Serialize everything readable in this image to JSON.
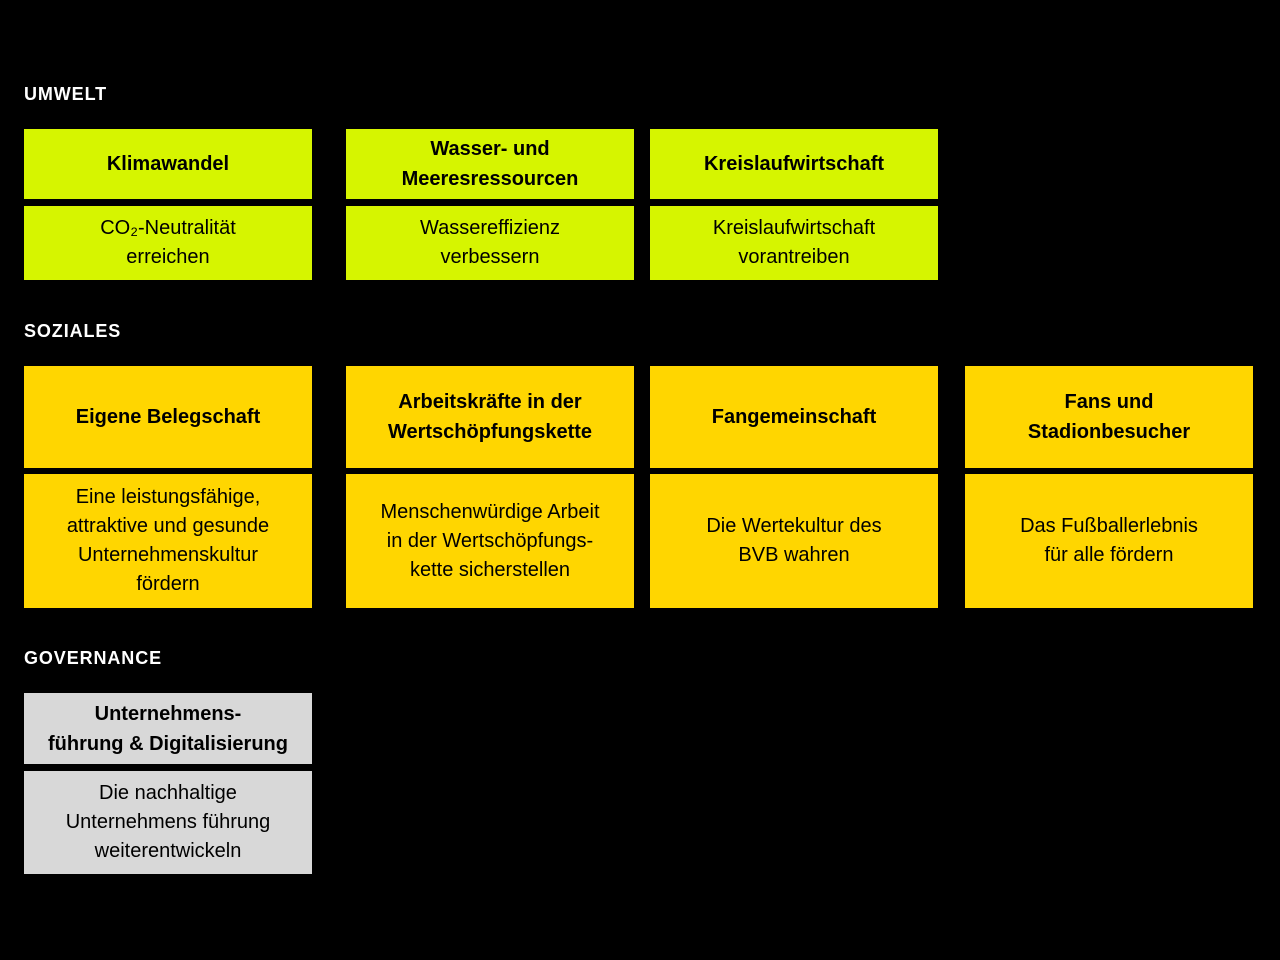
{
  "page": {
    "background_color": "#000000",
    "label_color": "#ffffff",
    "card_text_color": "#000000"
  },
  "sections": [
    {
      "id": "umwelt",
      "label": "UMWELT",
      "color": "#d6f500",
      "cards": [
        {
          "title": "Klimawandel",
          "description": "CO₂-Neutralität\nerreichen"
        },
        {
          "title": "Wasser- und\nMeeresressourcen",
          "description": "Wassereffizienz\nverbessern"
        },
        {
          "title": "Kreislaufwirtschaft",
          "description": "Kreislaufwirtschaft\nvorantreiben"
        }
      ]
    },
    {
      "id": "soziales",
      "label": "SOZIALES",
      "color": "#ffd600",
      "cards": [
        {
          "title": "Eigene Belegschaft",
          "description": "Eine leistungsfähige,\nattraktive und gesunde\nUnternehmenskultur\nfördern"
        },
        {
          "title": "Arbeitskräfte in der\nWertschöpfungskette",
          "description": "Menschenwürdige Arbeit\nin der Wertschöpfungs-\nkette sicherstellen"
        },
        {
          "title": "Fangemeinschaft",
          "description": "Die Wertekultur des\nBVB wahren"
        },
        {
          "title": "Fans und\nStadionbesucher",
          "description": "Das Fußballerlebnis\nfür alle fördern"
        }
      ]
    },
    {
      "id": "governance",
      "label": "GOVERNANCE",
      "color": "#d8d8d8",
      "cards": [
        {
          "title": "Unternehmens-\nführung & Digitalisierung",
          "description": "Die nachhaltige\nUnternehmens führung\nweiterentwickeln"
        }
      ]
    }
  ]
}
